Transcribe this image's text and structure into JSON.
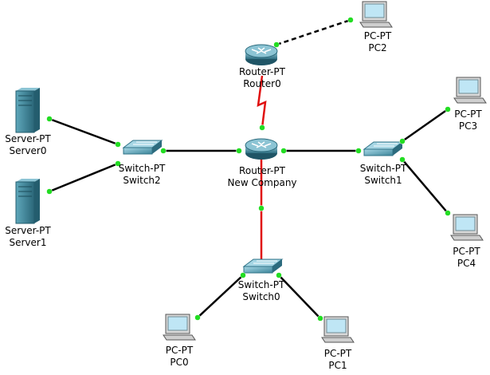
{
  "colors": {
    "cable": "#000000",
    "serial": "#e01010",
    "link_light": "#22dd22",
    "device_body": "#3f8fa3",
    "device_dark": "#23586a",
    "screen": "#bfe6f5"
  },
  "nodes": {
    "router0": {
      "icon": "router-icon",
      "type": "Router-PT",
      "name": "Router0"
    },
    "router_nc": {
      "icon": "router-icon",
      "type": "Router-PT",
      "name": "New Company"
    },
    "switch0": {
      "icon": "switch-icon",
      "type": "Switch-PT",
      "name": "Switch0"
    },
    "switch1": {
      "icon": "switch-icon",
      "type": "Switch-PT",
      "name": "Switch1"
    },
    "switch2": {
      "icon": "switch-icon",
      "type": "Switch-PT",
      "name": "Switch2"
    },
    "server0": {
      "icon": "server-icon",
      "type": "Server-PT",
      "name": "Server0"
    },
    "server1": {
      "icon": "server-icon",
      "type": "Server-PT",
      "name": "Server1"
    },
    "pc0": {
      "icon": "pc-icon",
      "type": "PC-PT",
      "name": "PC0"
    },
    "pc1": {
      "icon": "pc-icon",
      "type": "PC-PT",
      "name": "PC1"
    },
    "pc2": {
      "icon": "pc-icon",
      "type": "PC-PT",
      "name": "PC2"
    },
    "pc3": {
      "icon": "pc-icon",
      "type": "PC-PT",
      "name": "PC3"
    },
    "pc4": {
      "icon": "pc-icon",
      "type": "PC-PT",
      "name": "PC4"
    }
  },
  "links": [
    {
      "from": "router0",
      "to": "pc2",
      "kind": "crossover"
    },
    {
      "from": "router0",
      "to": "router_nc",
      "kind": "serial"
    },
    {
      "from": "router_nc",
      "to": "switch0",
      "kind": "serial-straight"
    },
    {
      "from": "router_nc",
      "to": "switch2",
      "kind": "straight"
    },
    {
      "from": "router_nc",
      "to": "switch1",
      "kind": "straight"
    },
    {
      "from": "switch2",
      "to": "server0",
      "kind": "straight"
    },
    {
      "from": "switch2",
      "to": "server1",
      "kind": "straight"
    },
    {
      "from": "switch1",
      "to": "pc3",
      "kind": "straight"
    },
    {
      "from": "switch1",
      "to": "pc4",
      "kind": "straight"
    },
    {
      "from": "switch0",
      "to": "pc0",
      "kind": "straight"
    },
    {
      "from": "switch0",
      "to": "pc1",
      "kind": "straight"
    }
  ]
}
